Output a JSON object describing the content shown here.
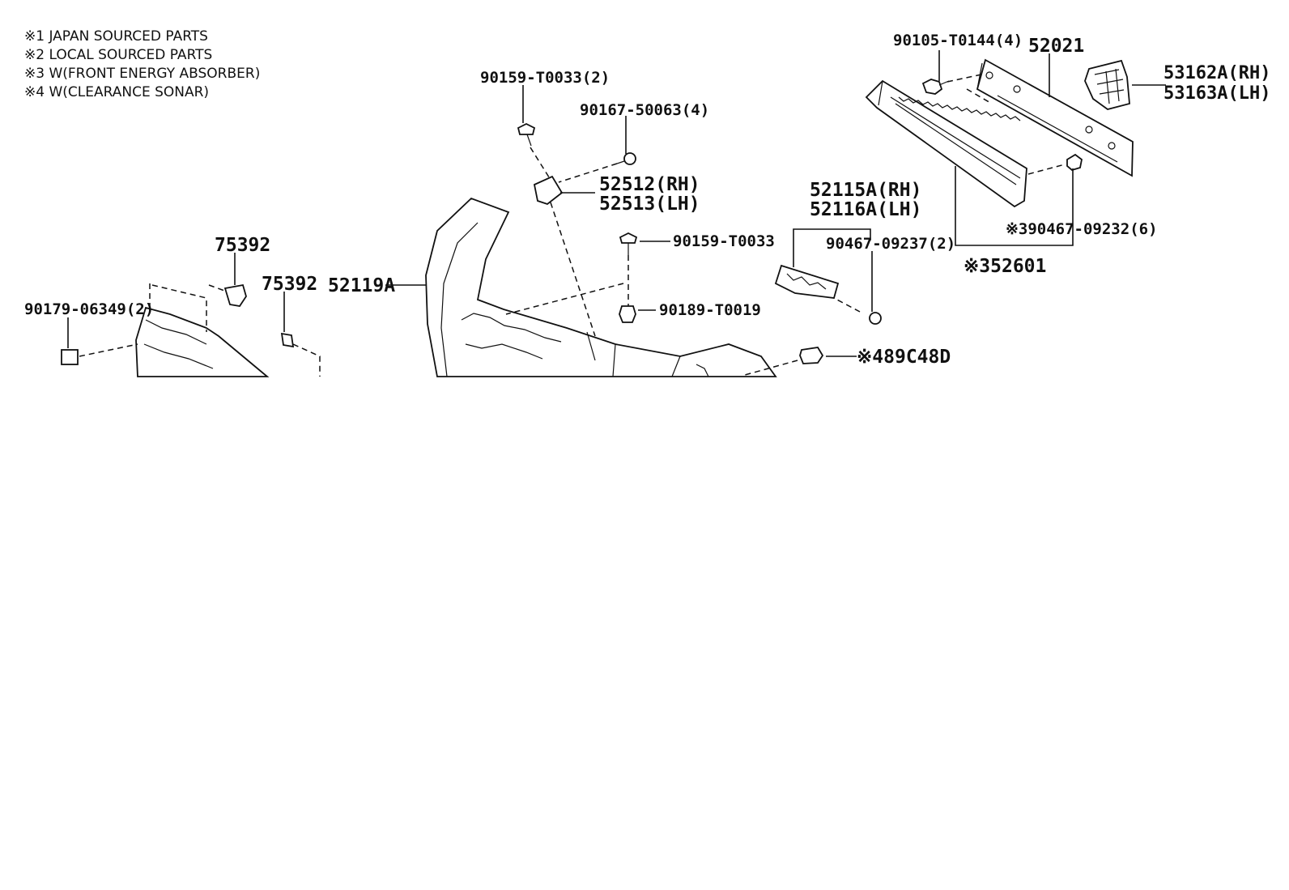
{
  "notes": [
    "※1 JAPAN SOURCED PARTS",
    "※2 LOCAL SOURCED PARTS",
    "※3 W(FRONT ENERGY ABSORBER)",
    "※4 W(CLEARANCE SONAR)"
  ],
  "labels": {
    "p90105": "90105-T0144(4)",
    "p52021": "52021",
    "p53162a": "53162A(RH)",
    "p53163a": "53163A(LH)",
    "p90159_2": "90159-T0033(2)",
    "p90167": "90167-50063(4)",
    "p52512": "52512(RH)",
    "p52513": "52513(LH)",
    "p52115a": "52115A(RH)",
    "p52116a": "52116A(LH)",
    "p90467_6": "※390467-09232(6)",
    "p90467_2": "90467-09237(2)",
    "p52601": "※352601",
    "p90159": "90159-T0033",
    "p75392a": "75392",
    "p75392b": "75392",
    "p52119a": "52119A",
    "p90179": "90179-06349(2)",
    "p90189": "90189-T0019",
    "p89c48d": "※489C48D"
  }
}
